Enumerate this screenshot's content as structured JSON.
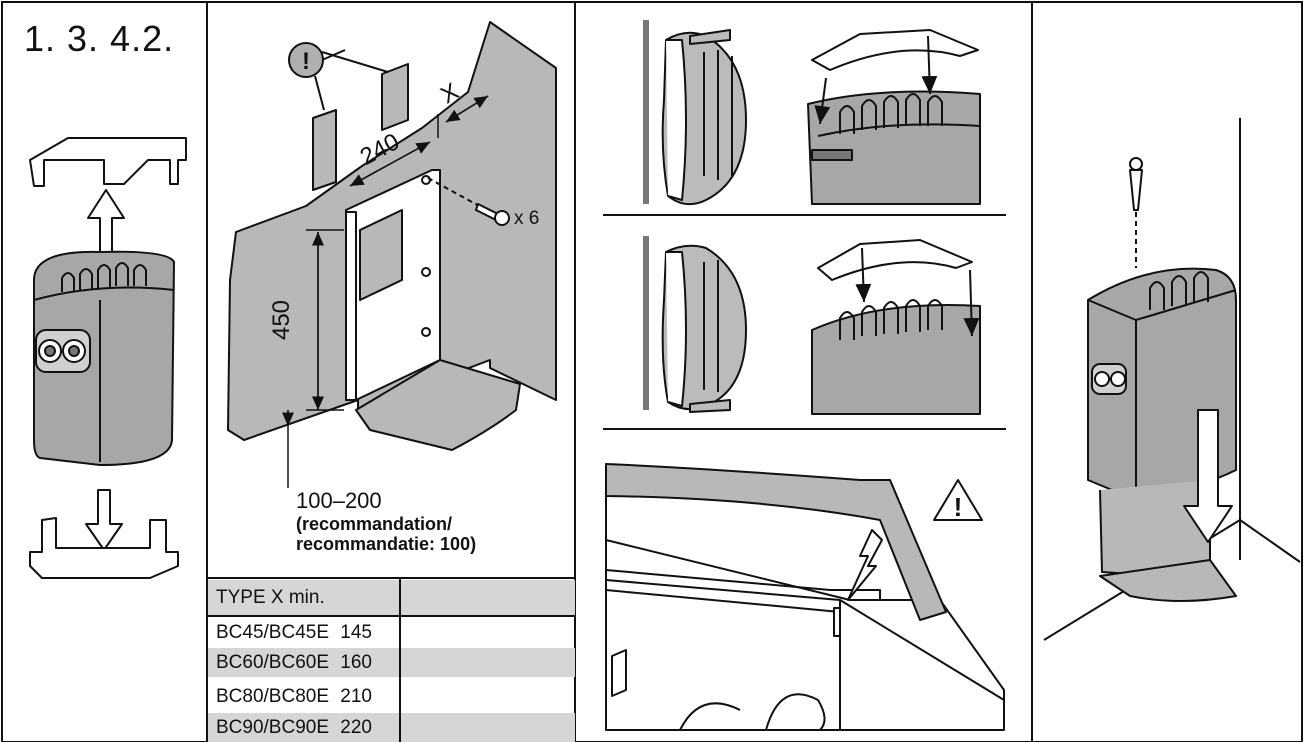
{
  "header": {
    "step_number": "1. 3. 4.2."
  },
  "panel2": {
    "dim_x": "X",
    "dim_240": "240",
    "dim_450": "450",
    "screw_count": "x 6",
    "caution_mark": "!",
    "floor_gap": "100–200",
    "recommendation_line1": "(recommandation/",
    "recommendation_line2": "recommandatie: 100)"
  },
  "panel3": {
    "warning_mark": "!"
  },
  "table": {
    "header": "TYPE X min.",
    "rows": [
      {
        "type": "BC45/BC45E",
        "x_min": "145"
      },
      {
        "type": "BC60/BC60E",
        "x_min": "160"
      },
      {
        "type": "BC80/BC80E",
        "x_min": "210"
      },
      {
        "type": "BC90/BC90E",
        "x_min": "220"
      }
    ]
  },
  "icons": [
    "caution-icon",
    "warning-triangle-icon",
    "screw-icon",
    "arrow-up-icon",
    "arrow-down-icon"
  ],
  "colors": {
    "stone_gray": "#a7a7a7",
    "wall_gray": "#b8b8b8",
    "shade_row": "#d6d6d6",
    "line": "#111111"
  }
}
